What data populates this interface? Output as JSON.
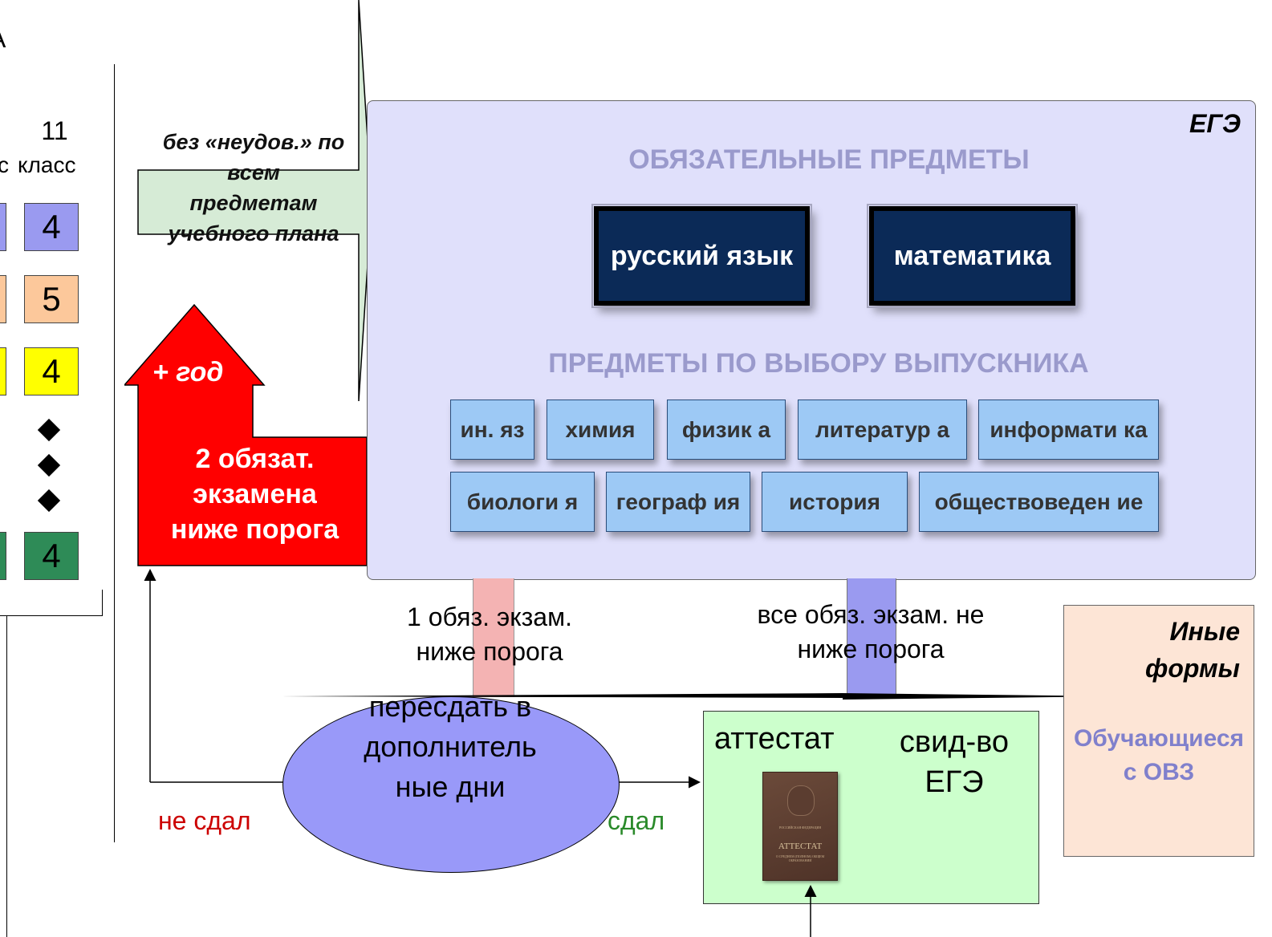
{
  "left_panel": {
    "partial_label": "А",
    "class_number": "11",
    "class_word": "класс",
    "partial_class_word": "с",
    "grades": [
      {
        "value": "4",
        "color": "#9a9af0"
      },
      {
        "value": "5",
        "color": "#fcc89b"
      },
      {
        "value": "4",
        "color": "#ffff00"
      },
      {
        "value": "4",
        "color": "#2e8b57"
      }
    ]
  },
  "admission_arrow": {
    "text": "без «неудов.» по всем предметам учебного плана"
  },
  "red_arrow": {
    "top_label": "+ год",
    "main_text": "2 обязат. экзамена ниже порога",
    "color": "#ff0000"
  },
  "ege": {
    "title": "ЕГЭ",
    "required_title": "ОБЯЗАТЕЛЬНЫЕ ПРЕДМЕТЫ",
    "required_subjects": [
      "русский язык",
      "математика"
    ],
    "elective_title": "ПРЕДМЕТЫ ПО ВЫБОРУ ВЫПУСКНИКА",
    "elective_row1": [
      "ин. яз",
      "химия",
      "физик а",
      "литератур а",
      "информати ка"
    ],
    "elective_row2": [
      "биологи я",
      "географ ия",
      "история",
      "обществоведен ие"
    ]
  },
  "outcomes": {
    "fail_one": "1 обяз. экзам. ниже порога",
    "pass_all": "все обяз. экзам. не ниже порога",
    "retake": "пересдать в дополнитель ные дни",
    "not_passed": "не сдал",
    "passed": "сдал"
  },
  "certificates": {
    "attestat": "аттестат",
    "ege_certificate": "свид-во ЕГЭ",
    "doc_header": "РОССИЙСКАЯ ФЕДЕРАЦИЯ",
    "doc_title": "АТТЕСТАТ",
    "doc_subtitle": "О СРЕДНЕМ (ПОЛНОМ) ОБЩЕМ ОБРАЗОВАНИИ"
  },
  "other_forms": {
    "title": "Иные формы",
    "subtitle": "Обучающиеся с ОВЗ"
  },
  "colors": {
    "ege_panel": "#e0e0fb",
    "required_box": "#0b2a57",
    "elective_box": "#9dc9f5",
    "pink_connector": "#f4b3b3",
    "violet_connector": "#9a9af0",
    "retake_ellipse": "#9999f9",
    "certificate_box": "#ccffcc",
    "other_forms_box": "#fde5d6",
    "admission_arrow": "#d6ebd6",
    "not_passed_text": "#cc0000",
    "passed_text": "#2a8a2a"
  }
}
